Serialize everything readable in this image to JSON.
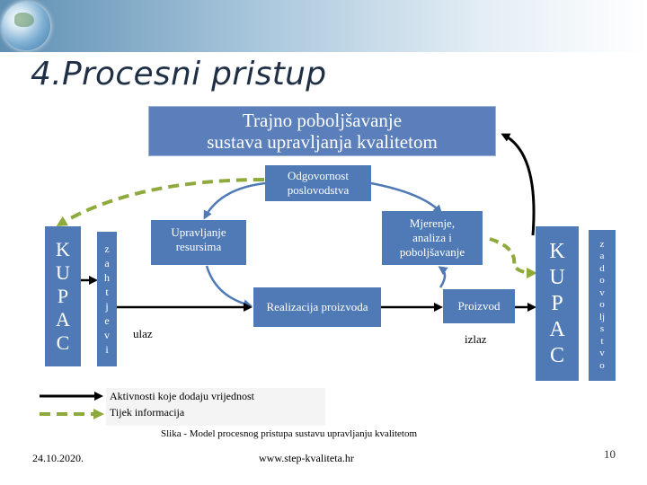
{
  "title": "4.Procesni pristup",
  "boxes": {
    "main_line1": "Trajno poboljšavanje",
    "main_line2": "sustava upravljanja kvalitetom",
    "responsibility_line1": "Odgovornost",
    "responsibility_line2": "poslovodstva",
    "resources_line1": "Upravljanje",
    "resources_line2": "resursima",
    "measurement_line1": "Mjerenje,",
    "measurement_line2": "analiza i",
    "measurement_line3": "poboljšavanje",
    "realization": "Realizacija proizvoda",
    "product": "Proizvod"
  },
  "customer_left": [
    "K",
    "U",
    "P",
    "A",
    "C"
  ],
  "requirements": [
    "z",
    "a",
    "h",
    "t",
    "j",
    "e",
    "v",
    "i"
  ],
  "customer_right": [
    "K",
    "U",
    "P",
    "A",
    "C"
  ],
  "satisfaction": [
    "z",
    "a",
    "d",
    "o",
    "v",
    "o",
    "lj",
    "s",
    "t",
    "v",
    "o"
  ],
  "labels": {
    "input": "ulaz",
    "output": "izlaz"
  },
  "legend": {
    "value_activities": "Aktivnosti koje dodaju vrijednost",
    "information_flow": "Tijek informacija"
  },
  "caption": "Slika - Model procesnog pristupa sustavu upravljanju kvalitetom",
  "footer": {
    "date": "24.10.2020.",
    "url": "www.step-kvaliteta.hr",
    "page_number": "10"
  },
  "colors": {
    "box_fill": "#4f7ab5",
    "main_box_fill": "#5a7fba",
    "title_color": "#1f2f45",
    "info_flow_color": "#8faa3c",
    "value_flow_color": "#000000",
    "cycle_color": "#4f7ab5"
  }
}
